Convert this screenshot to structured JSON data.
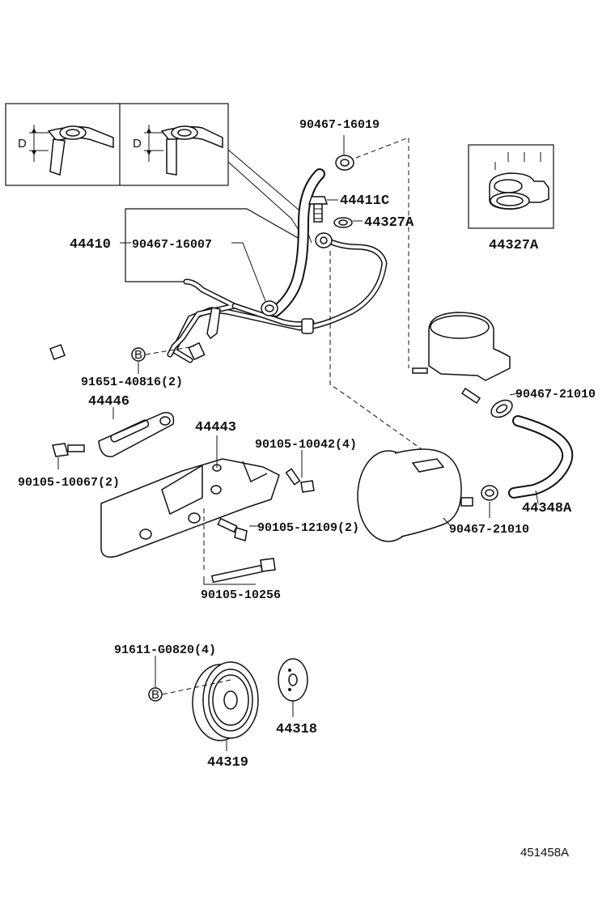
{
  "labels": {
    "l_90467_16019": "90467-16019",
    "l_44411C": "44411C",
    "l_44327A_top": "44327A",
    "l_44327A_box": "44327A",
    "l_44410": "44410",
    "l_90467_16007": "90467-16007",
    "l_91651": "91651-40816(2)",
    "l_44446": "44446",
    "l_44443": "44443",
    "l_90105_10042": "90105-10042(4)",
    "l_90105_10067": "90105-10067(2)",
    "l_90105_12109": "90105-12109(2)",
    "l_90105_10256": "90105-10256",
    "l_90467_21010_a": "90467-21010",
    "l_90467_21010_b": "90467-21010",
    "l_44348A": "44348A",
    "l_91611": "91611-G0820(4)",
    "l_44318": "44318",
    "l_44319": "44319",
    "ref_B1": "B",
    "ref_B2": "B",
    "dim_D1": "D",
    "dim_D2": "D",
    "diagram_code": "451458A"
  }
}
